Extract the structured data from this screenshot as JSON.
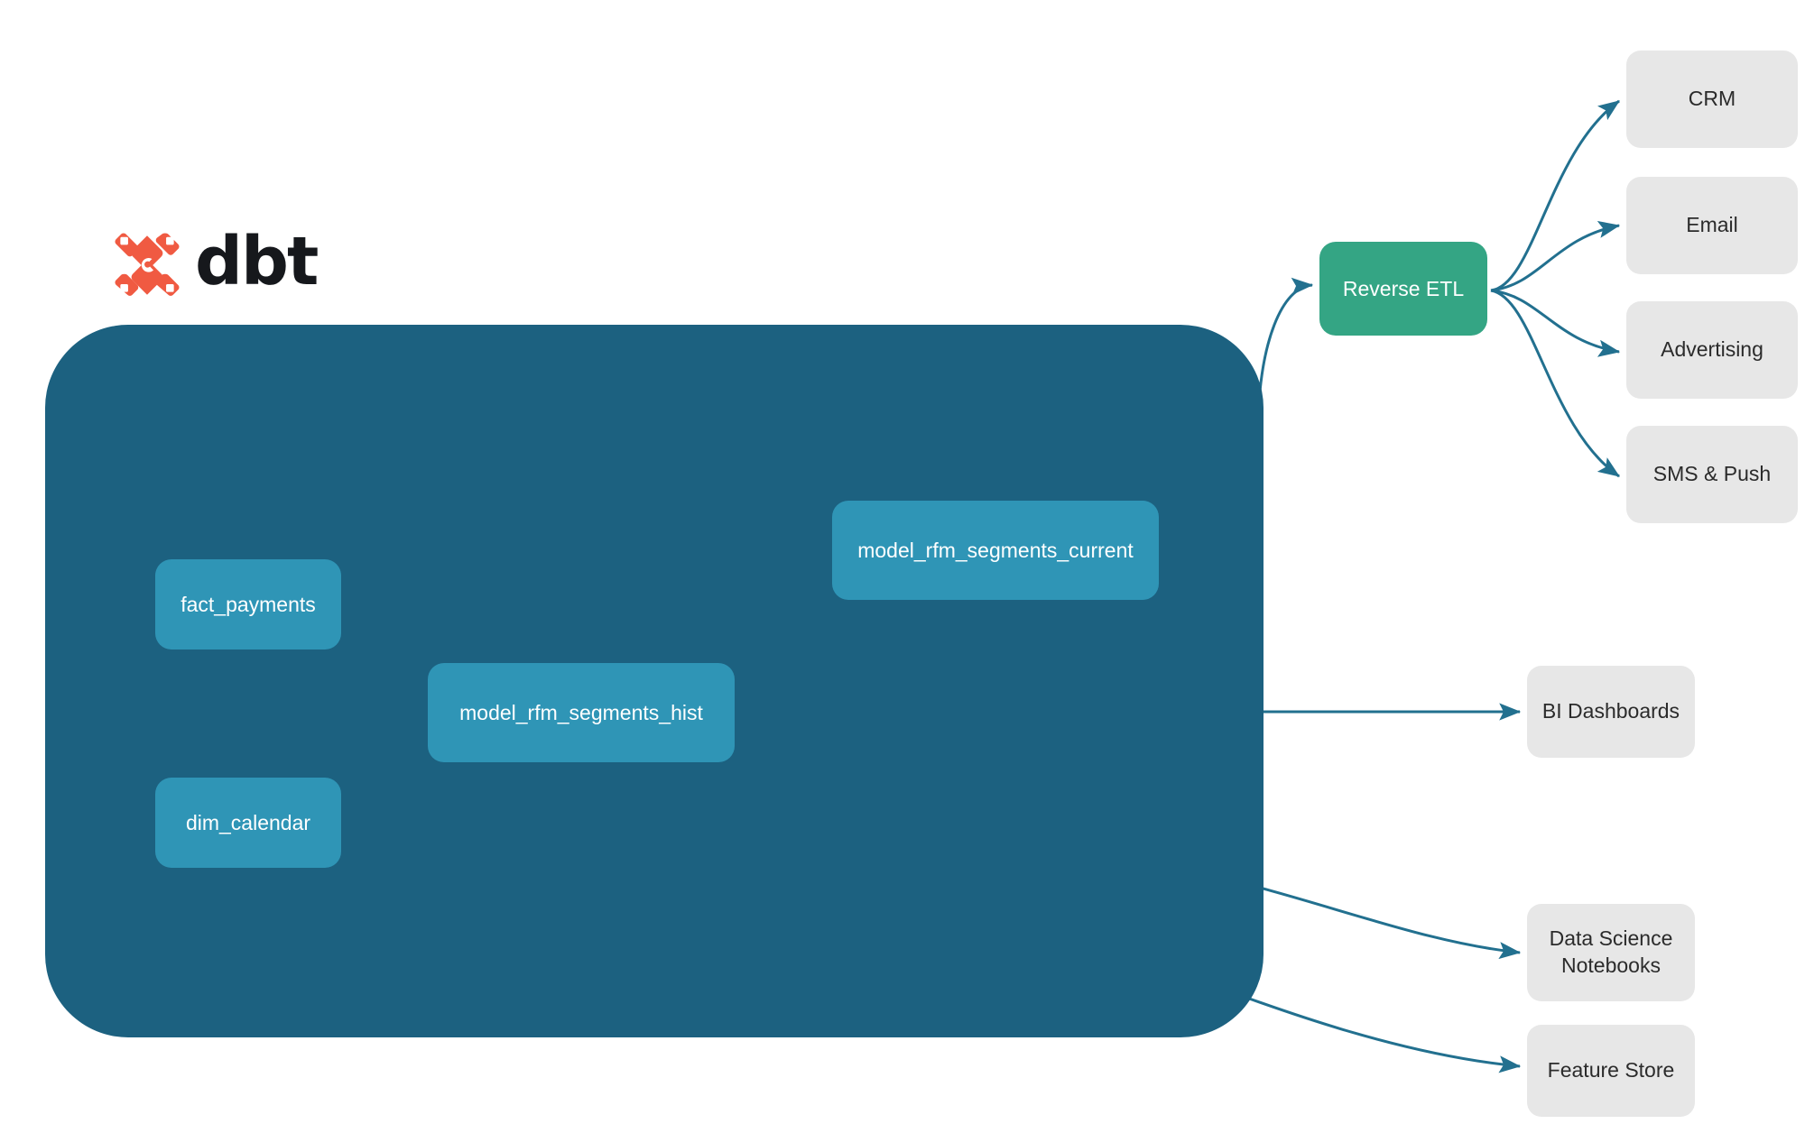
{
  "brand": {
    "name": "dbt",
    "mark_icon": "dbt-logo-icon",
    "mark_color": "#f05a42"
  },
  "colors": {
    "warehouse_bg": "#1c6180",
    "model_node": "#2f95b6",
    "reverse_etl_node": "#34a584",
    "destination_node": "#e7e7e7",
    "external_edge": "#22708f",
    "internal_edge": "#2e8aa8",
    "node_text": "#ffffff",
    "destination_text": "#2b2b2b",
    "page_bg": "#ffffff"
  },
  "warehouse": {
    "label": "",
    "models": [
      {
        "id": "fact_payments",
        "label": "fact_payments"
      },
      {
        "id": "dim_calendar",
        "label": "dim_calendar"
      },
      {
        "id": "model_rfm_segments_hist",
        "label": "model_rfm_segments_hist"
      },
      {
        "id": "model_rfm_segments_current",
        "label": "model_rfm_segments_current"
      }
    ]
  },
  "reverse_etl": {
    "label": "Reverse ETL"
  },
  "activation_destinations": [
    {
      "id": "crm",
      "label": "CRM"
    },
    {
      "id": "email",
      "label": "Email"
    },
    {
      "id": "advertising",
      "label": "Advertising"
    },
    {
      "id": "sms_push",
      "label": "SMS & Push"
    }
  ],
  "analytics_destinations": [
    {
      "id": "bi_dashboards",
      "label": "BI Dashboards"
    },
    {
      "id": "data_science_notebooks",
      "label": "Data Science\nNotebooks",
      "line1": "Data Science",
      "line2": "Notebooks"
    },
    {
      "id": "feature_store",
      "label": "Feature Store"
    }
  ],
  "edges": [
    {
      "from": "fact_payments",
      "to": "model_rfm_segments_hist"
    },
    {
      "from": "dim_calendar",
      "to": "model_rfm_segments_hist"
    },
    {
      "from": "model_rfm_segments_hist",
      "to": "model_rfm_segments_current"
    },
    {
      "from": "model_rfm_segments_hist",
      "to": "bi_dashboards"
    },
    {
      "from": "model_rfm_segments_hist",
      "to": "data_science_notebooks"
    },
    {
      "from": "model_rfm_segments_hist",
      "to": "feature_store"
    },
    {
      "from": "model_rfm_segments_current",
      "to": "reverse_etl"
    },
    {
      "from": "reverse_etl",
      "to": "crm"
    },
    {
      "from": "reverse_etl",
      "to": "email"
    },
    {
      "from": "reverse_etl",
      "to": "advertising"
    },
    {
      "from": "reverse_etl",
      "to": "sms_push"
    }
  ]
}
